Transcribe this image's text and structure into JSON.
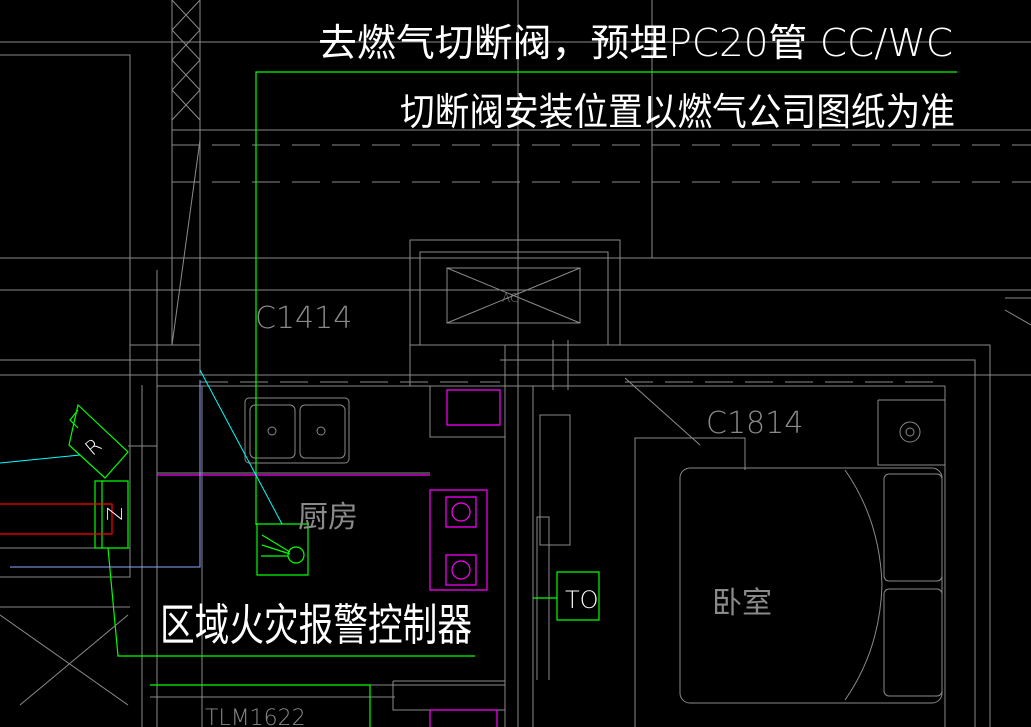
{
  "annotations": {
    "gas_valve_note": "去燃气切断阀，预埋PC20管 CC/WC",
    "valve_position_note": "切断阀安装位置以燃气公司图纸为准",
    "fire_alarm_controller": "区域火灾报警控制器"
  },
  "labels": {
    "window_c1414": "C1414",
    "window_c1814": "C1814",
    "ac_unit": "AC",
    "kitchen": "厨房",
    "bedroom": "卧室",
    "telecom_outlet": "TO",
    "door_tlm": "TLM1622",
    "symbol_r": "R",
    "symbol_z": "Z"
  },
  "colors": {
    "background": "#000000",
    "wall": "#8a8a8a",
    "wiring": "#00ff00",
    "appliance": "#ff00ff",
    "leader": "#00ffff",
    "pipe": "#ff0000",
    "text": "#ffffff"
  }
}
